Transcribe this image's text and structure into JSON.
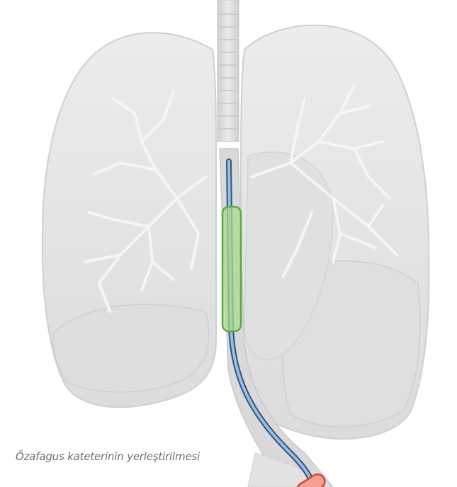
{
  "caption": "Özafagus kateterinin yerleştirilmesi",
  "colors": {
    "background": "#ffffff",
    "lung_fill": "#e4e4e4",
    "lung_outline": "#d2d2d2",
    "vessel": "#f4f4f4",
    "trachea": "#dcdcdc",
    "esophagus": "#d6d6d6",
    "catheter_outer": "#3a4f7a",
    "catheter_inner": "#8fc3e6",
    "balloon_fill": "#a9d98b",
    "balloon_stroke": "#5caa3f",
    "gastric_balloon_fill": "#f4a191",
    "gastric_balloon_stroke": "#d9442b",
    "caption_text": "#6e6e6e"
  },
  "illustration": {
    "icons": [
      "lungs-illustration",
      "trachea-illustration",
      "esophagus-illustration",
      "esophageal-catheter-illustration",
      "esophageal-balloon-illustration",
      "gastric-balloon-illustration"
    ]
  }
}
